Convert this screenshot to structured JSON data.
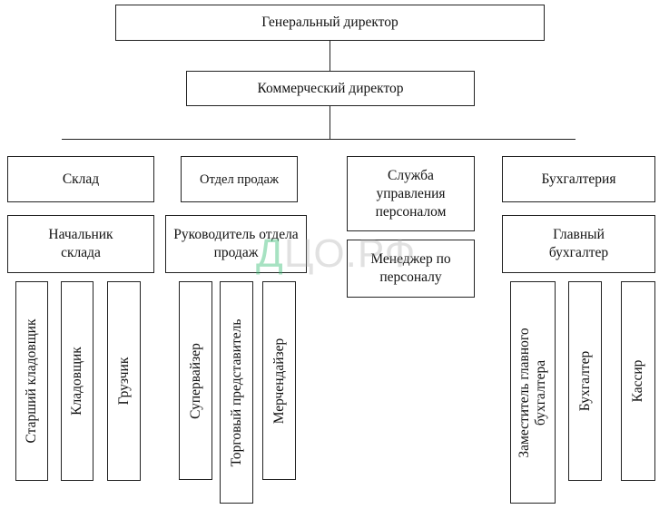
{
  "top": {
    "ceo": "Генеральный директор",
    "commercial": "Коммерческий директор"
  },
  "departments": [
    {
      "name": "Склад",
      "head": "Начальник склада",
      "staff": [
        "Старший кладовщик",
        "Кладовщик",
        "Грузчик"
      ]
    },
    {
      "name": "Отдел продаж",
      "head": "Руководитель отдела продаж",
      "staff": [
        "Супервайзер",
        "Торговый представитель",
        "Мерчендайзер"
      ]
    },
    {
      "name": "Служба управления персоналом",
      "head": "Менеджер по персоналу",
      "staff": []
    },
    {
      "name": "Бухгалтерия",
      "head": "Главный бухгалтер",
      "staff": [
        "Заместитель главного бухгалтера",
        "Бухгалтер",
        "Кассир"
      ]
    }
  ],
  "watermark": {
    "d": "Д",
    "rest": "ЦО.РФ"
  }
}
